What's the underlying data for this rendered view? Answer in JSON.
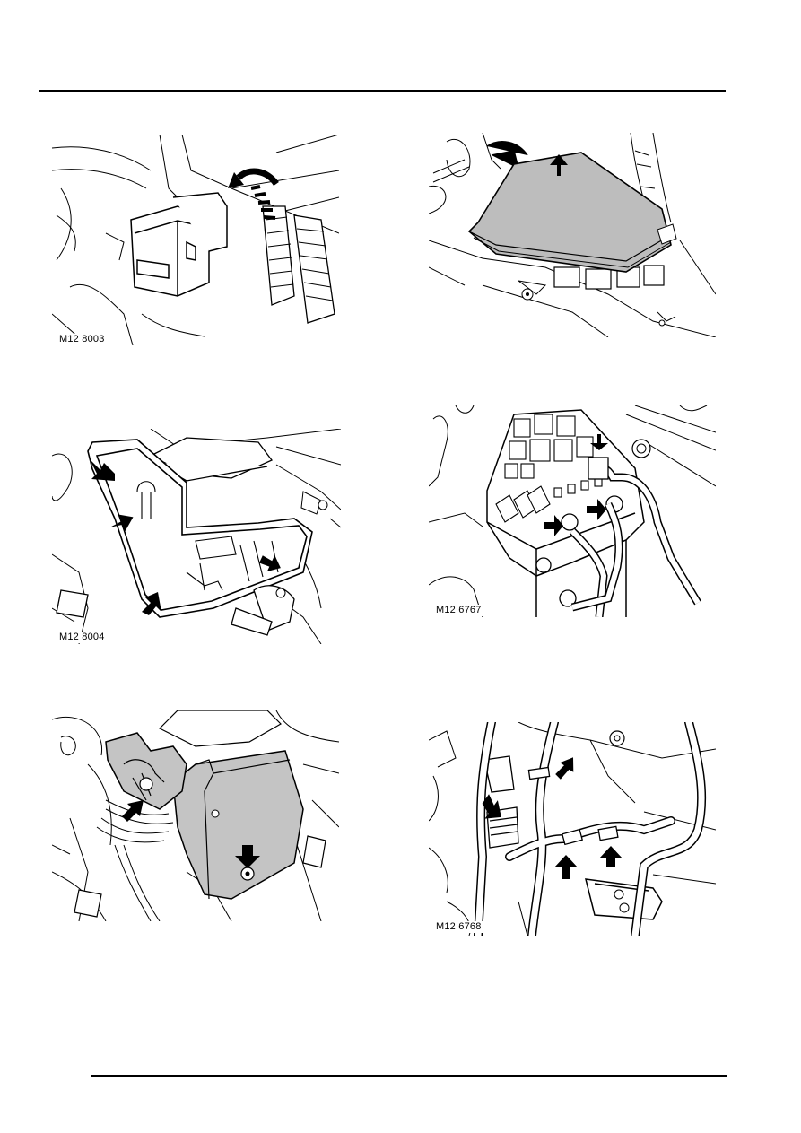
{
  "figures": [
    {
      "id": "fig-1",
      "label": "M12 8003"
    },
    {
      "id": "fig-2",
      "label": ""
    },
    {
      "id": "fig-3",
      "label": "M12 8004"
    },
    {
      "id": "fig-4",
      "label": "M12 6767"
    },
    {
      "id": "fig-5",
      "label": ""
    },
    {
      "id": "fig-6",
      "label": "M12 6768"
    }
  ],
  "colors": {
    "ink": "#000000",
    "shade": "#b8b8b8",
    "paper": "#ffffff"
  }
}
